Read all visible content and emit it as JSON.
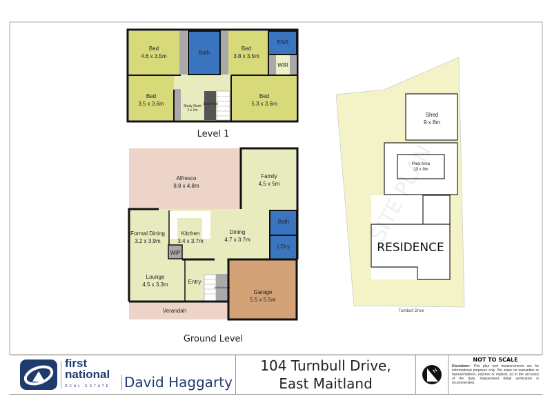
{
  "level1": {
    "label": "Level 1",
    "rooms": [
      {
        "name": "Bed",
        "size": "4.6 x 3.5m"
      },
      {
        "name": "Bath"
      },
      {
        "name": "Bed",
        "size": "3.8 x 3.5m"
      },
      {
        "name": "ENS"
      },
      {
        "name": "WIR"
      },
      {
        "name": "Bed",
        "size": "3.5 x 3.6m"
      },
      {
        "name": "Study Nook",
        "size": "2 x 2m"
      },
      {
        "name": "Stair Void"
      },
      {
        "name": "Bed",
        "size": "5.3 x 3.6m"
      }
    ]
  },
  "ground": {
    "label": "Ground Level",
    "rooms": [
      {
        "name": "Alfresco",
        "size": "8.8 x 4.8m"
      },
      {
        "name": "Family",
        "size": "4.5 x 5m"
      },
      {
        "name": "Formal Dining",
        "size": "3.2 x 3.9m"
      },
      {
        "name": "Kitchen",
        "size": "3.4 x 3.7m"
      },
      {
        "name": "Dining",
        "size": "4.7 x 3.7m"
      },
      {
        "name": "Bath"
      },
      {
        "name": "L'Dry"
      },
      {
        "name": "WIP"
      },
      {
        "name": "Lounge",
        "size": "4.5 x 3.3m"
      },
      {
        "name": "Entry"
      },
      {
        "name": "U/Stair Storage"
      },
      {
        "name": "Garage",
        "size": "5.5 x 5.5m"
      },
      {
        "name": "Verandah"
      }
    ]
  },
  "site_plan": {
    "watermark": "SITE PLAN",
    "shed": {
      "name": "Shed",
      "size": "9 x 8m"
    },
    "pool": {
      "name": "Pool Area",
      "size": "13 x 9m"
    },
    "residence": "RESIDENCE",
    "street": "Turnbull Drive"
  },
  "colors": {
    "bedroom": "#d8da7a",
    "wet_area": "#3a76c0",
    "living": "#e8ebbe",
    "outdoor": "#ecd5c8",
    "garage": "#d4a277",
    "storage": "#a9a9a9",
    "site": "#f4f3c8",
    "brand": "#1e3a6e"
  },
  "footer": {
    "brand_line1": "first",
    "brand_line2": "national",
    "brand_tagline": "REAL ESTATE",
    "agent": "David Haggarty",
    "address_line1": "104 Turnbull Drive,",
    "address_line2": "East Maitland",
    "compass_label": "N",
    "not_to_scale": "NOT TO SCALE",
    "disclaimer_title": "Disclaimer:",
    "disclaimer_text": "This plan and measurements are for informational purposes only. We make no warranties or representations, express or implied, as to the accuracy of the data. Independent detail verification is recommended."
  }
}
